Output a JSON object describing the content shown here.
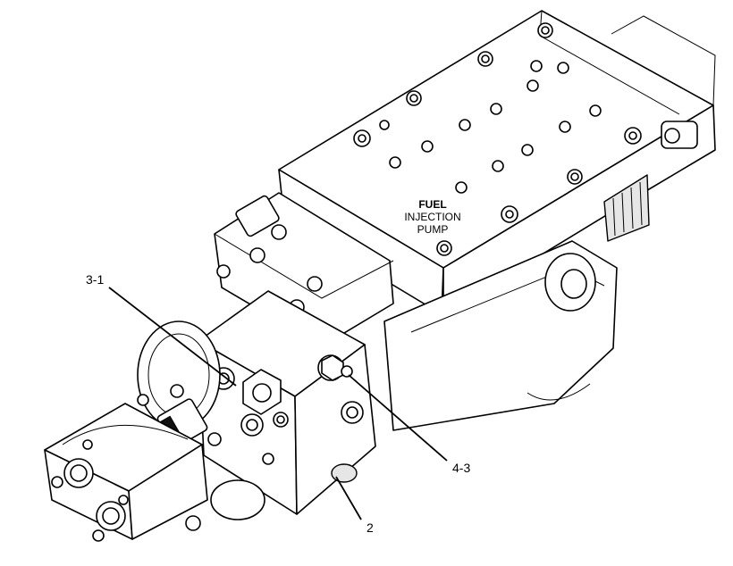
{
  "plate": {
    "line1": "FUEL",
    "line2": "INJECTION",
    "line3": "PUMP"
  },
  "callouts": [
    {
      "id": "3-1",
      "label": "3-1"
    },
    {
      "id": "4-3",
      "label": "4-3"
    },
    {
      "id": "2",
      "label": "2"
    }
  ],
  "colors": {
    "ink": "#000000",
    "paper": "#ffffff"
  }
}
